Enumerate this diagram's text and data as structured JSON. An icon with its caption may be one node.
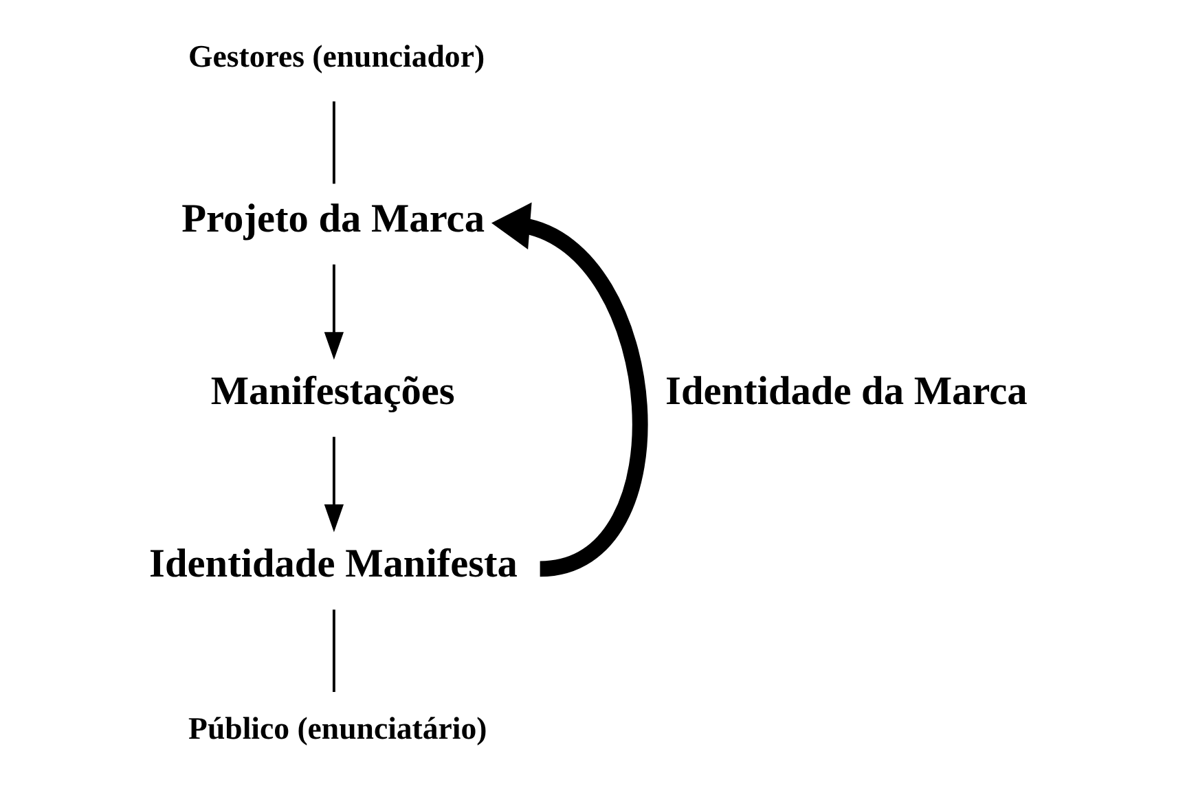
{
  "diagram": {
    "nodes": [
      {
        "text": [
          "Gestores (enunciador)"
        ]
      },
      {
        "text": [
          "Projeto da Marca"
        ]
      },
      {
        "text": [
          "Manifestações"
        ]
      },
      {
        "text": [
          "Identidade Manifesta"
        ]
      },
      {
        "text": [
          "Público (enunciatário)"
        ]
      }
    ],
    "edges": [
      {
        "from": 0,
        "to": 1,
        "arrow": "none"
      },
      {
        "from": 1,
        "to": 2,
        "arrow": "to"
      },
      {
        "from": 2,
        "to": 3,
        "arrow": "to"
      },
      {
        "from": 3,
        "to": 4,
        "arrow": "none"
      },
      {
        "from": 3,
        "to": 1,
        "arrow": "to",
        "style": "thick",
        "label": "Identidade da Marca"
      }
    ]
  }
}
